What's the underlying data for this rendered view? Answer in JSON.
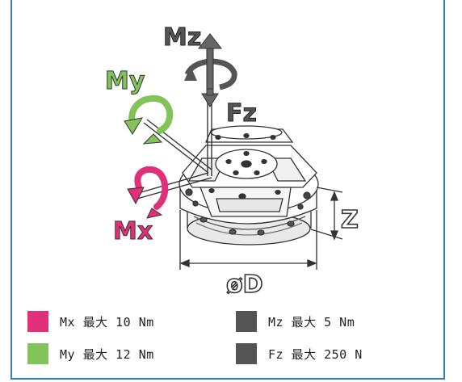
{
  "diagram": {
    "labels": {
      "mz": "Mz",
      "my": "My",
      "mx": "Mx",
      "fz": "Fz",
      "z": "Z",
      "d": "øD"
    }
  },
  "legend": [
    {
      "text": "Mx 最大 10 Nm",
      "color": "#e0307a"
    },
    {
      "text": "My 最大 12 Nm",
      "color": "#82c45a"
    },
    {
      "text": "Mz 最大 5 Nm",
      "color": "#555555"
    },
    {
      "text": "Fz 最大 250 N",
      "color": "#555555"
    }
  ],
  "colors": {
    "frame": "#2f7fb6",
    "pink": "#e0307a",
    "green": "#82c45a",
    "dark": "#555555"
  }
}
